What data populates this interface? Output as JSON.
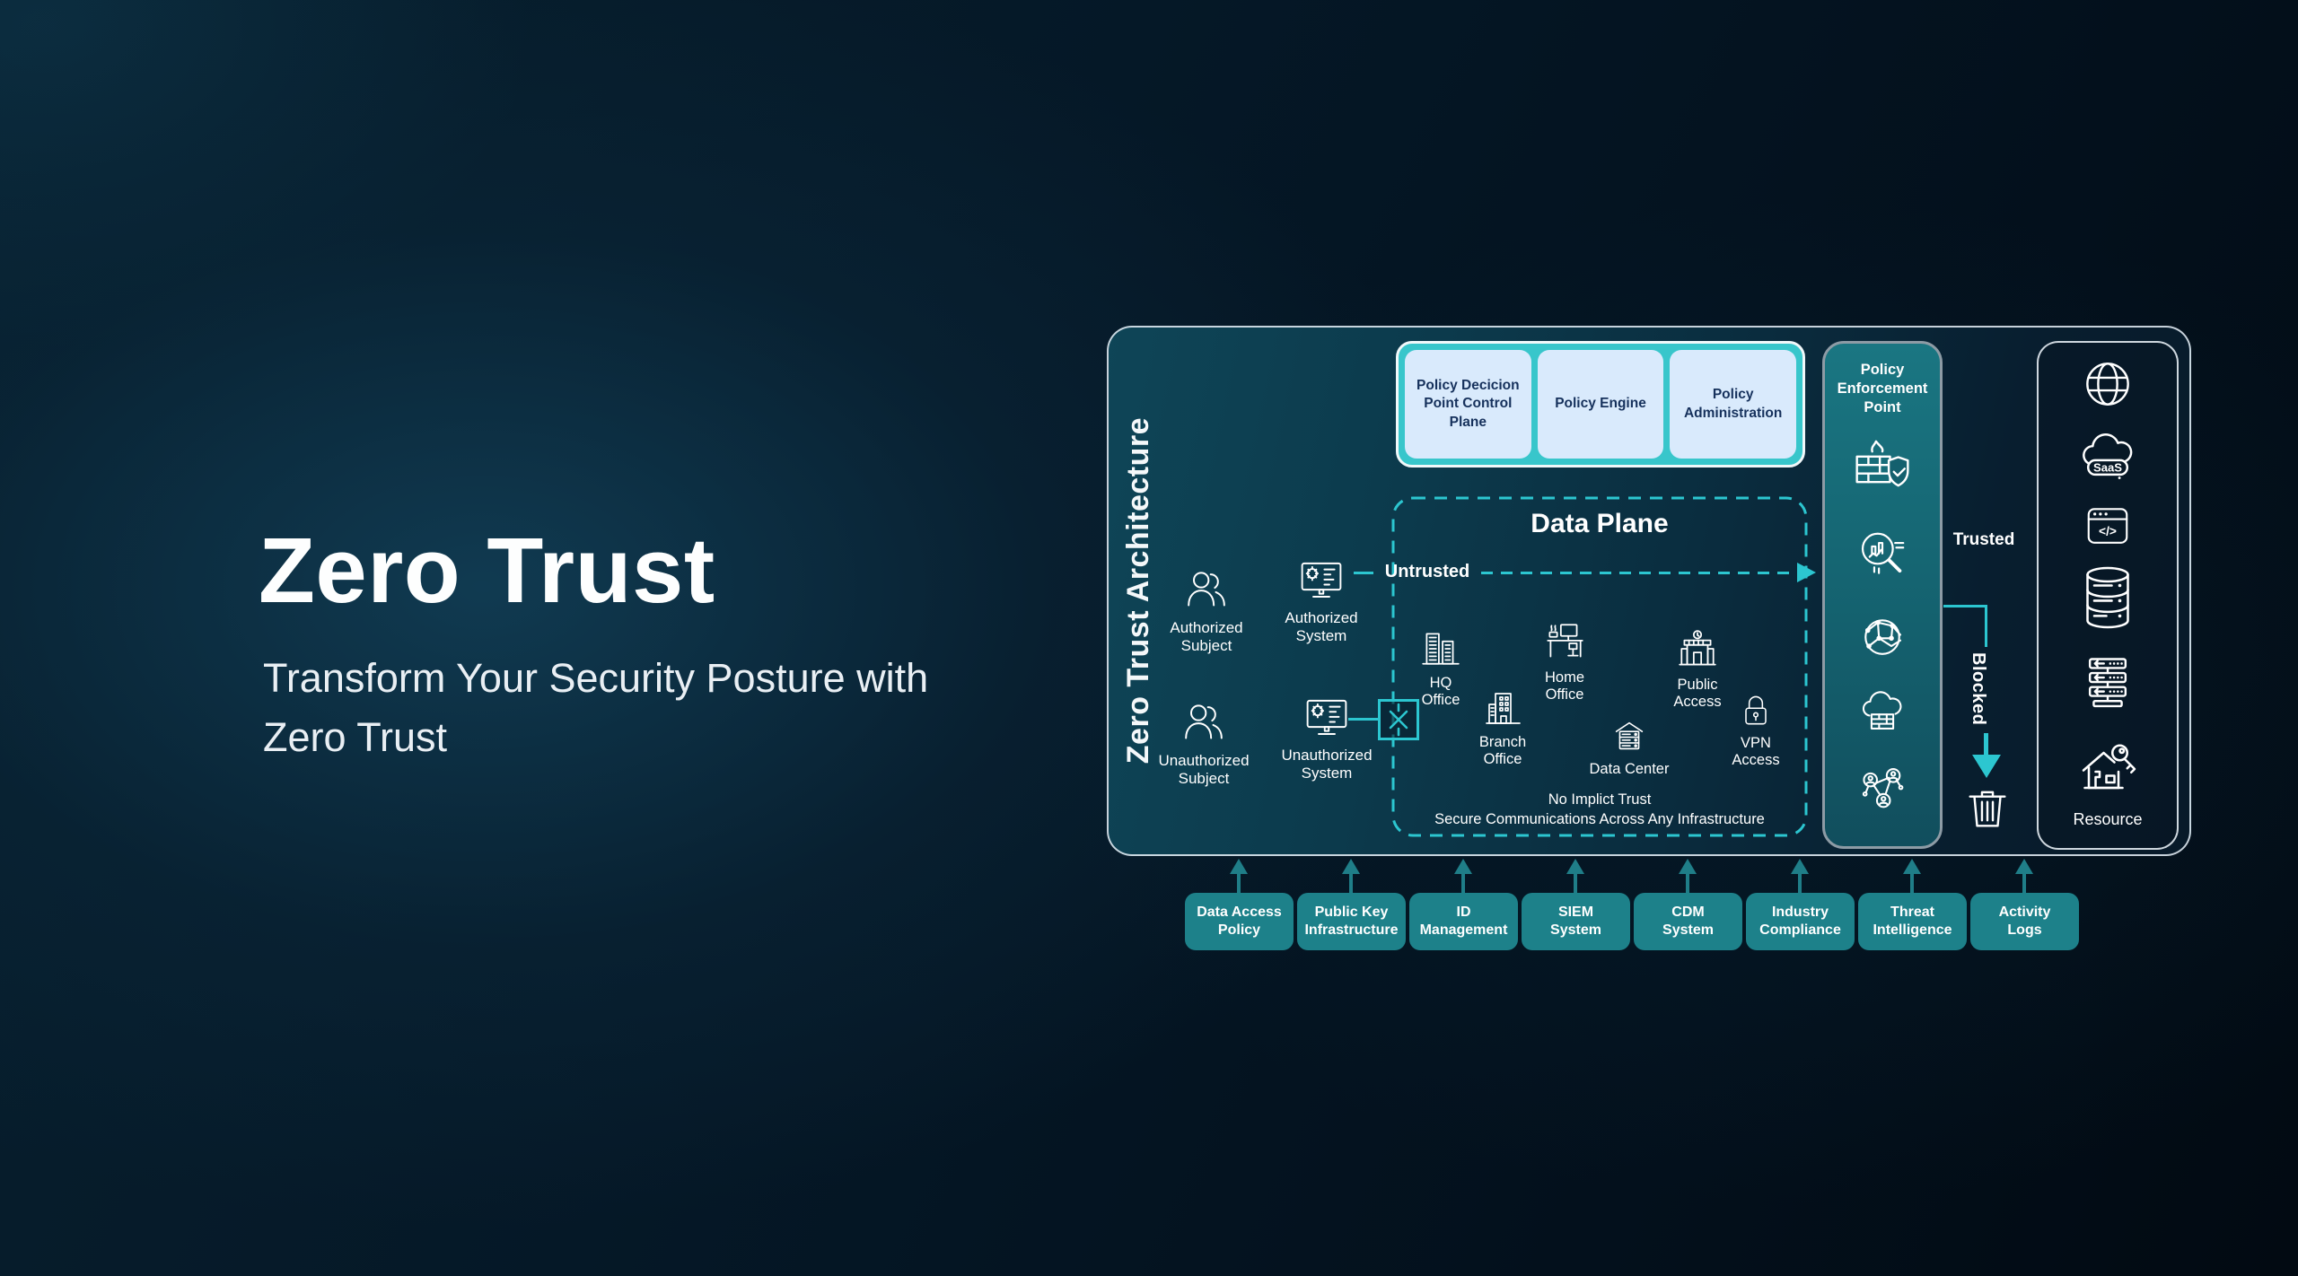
{
  "hero": {
    "title": "Zero Trust",
    "subtitle": "Transform Your Security Posture with Zero Trust"
  },
  "architecture": {
    "side_label": "Zero Trust Architecture",
    "control_plane_boxes": [
      "Policy Decicion Point Control Plane",
      "Policy Engine",
      "Policy Administration"
    ],
    "data_plane": {
      "title": "Data Plane",
      "nodes": [
        {
          "line1": "HQ",
          "line2": "Office"
        },
        {
          "line1": "Branch",
          "line2": "Office"
        },
        {
          "line1": "Home",
          "line2": "Office"
        },
        {
          "line1": "Data Center",
          "line2": ""
        },
        {
          "line1": "Public",
          "line2": "Access"
        },
        {
          "line1": "VPN",
          "line2": "Access"
        }
      ],
      "footer_line1": "No Implict Trust",
      "footer_line2": "Secure Communications Across Any Infrastructure"
    },
    "actors": [
      {
        "line1": "Authorized",
        "line2": "Subject"
      },
      {
        "line1": "Authorized",
        "line2": "System"
      },
      {
        "line1": "Unauthorized",
        "line2": "Subject"
      },
      {
        "line1": "Unauthorized",
        "line2": "System"
      }
    ],
    "flow_labels": {
      "untrusted": "Untrusted",
      "trusted": "Trusted",
      "blocked": "Blocked"
    },
    "pep_title": "Policy Enforcement Point",
    "resource": {
      "label": "Resource",
      "saas_badge": "SaaS",
      "code_glyph": "</>"
    }
  },
  "inputs": [
    {
      "line1": "Data Access",
      "line2": "Policy"
    },
    {
      "line1": "Public Key",
      "line2": "Infrastructure"
    },
    {
      "line1": "ID",
      "line2": "Management"
    },
    {
      "line1": "SIEM",
      "line2": "System"
    },
    {
      "line1": "CDM",
      "line2": "System"
    },
    {
      "line1": "Industry",
      "line2": "Compliance"
    },
    {
      "line1": "Threat",
      "line2": "Intelligence"
    },
    {
      "line1": "Activity",
      "line2": "Logs"
    }
  ],
  "icon_names": {
    "actors": [
      "users-icon",
      "workstation-icon",
      "users-icon",
      "workstation-icon"
    ],
    "data_plane": [
      "hq-buildings-icon",
      "branch-building-icon",
      "home-office-desk-icon",
      "data-center-icon",
      "public-access-building-icon",
      "vpn-lock-icon"
    ],
    "pep": [
      "firewall-shield-icon",
      "threat-scan-magnifier-icon",
      "network-mesh-icon",
      "cloud-firewall-icon",
      "user-network-icon"
    ],
    "resource": [
      "internet-globe-icon",
      "saas-cloud-icon",
      "web-app-code-icon",
      "database-icon",
      "server-rack-icon",
      "home-key-icon"
    ],
    "flow": [
      "blocked-connection-icon",
      "trash-icon",
      "up-arrow-icon",
      "right-arrow-icon",
      "down-arrow-icon"
    ]
  },
  "colors": {
    "accent_teal": "#2cc6d0",
    "input_button_teal": "#1d818a",
    "control_plane_fill": "#38c6cb",
    "control_plane_box_fill": "#d9eafc",
    "control_plane_text": "#16315c",
    "pep_fill": "#156572",
    "background": "#051521"
  }
}
